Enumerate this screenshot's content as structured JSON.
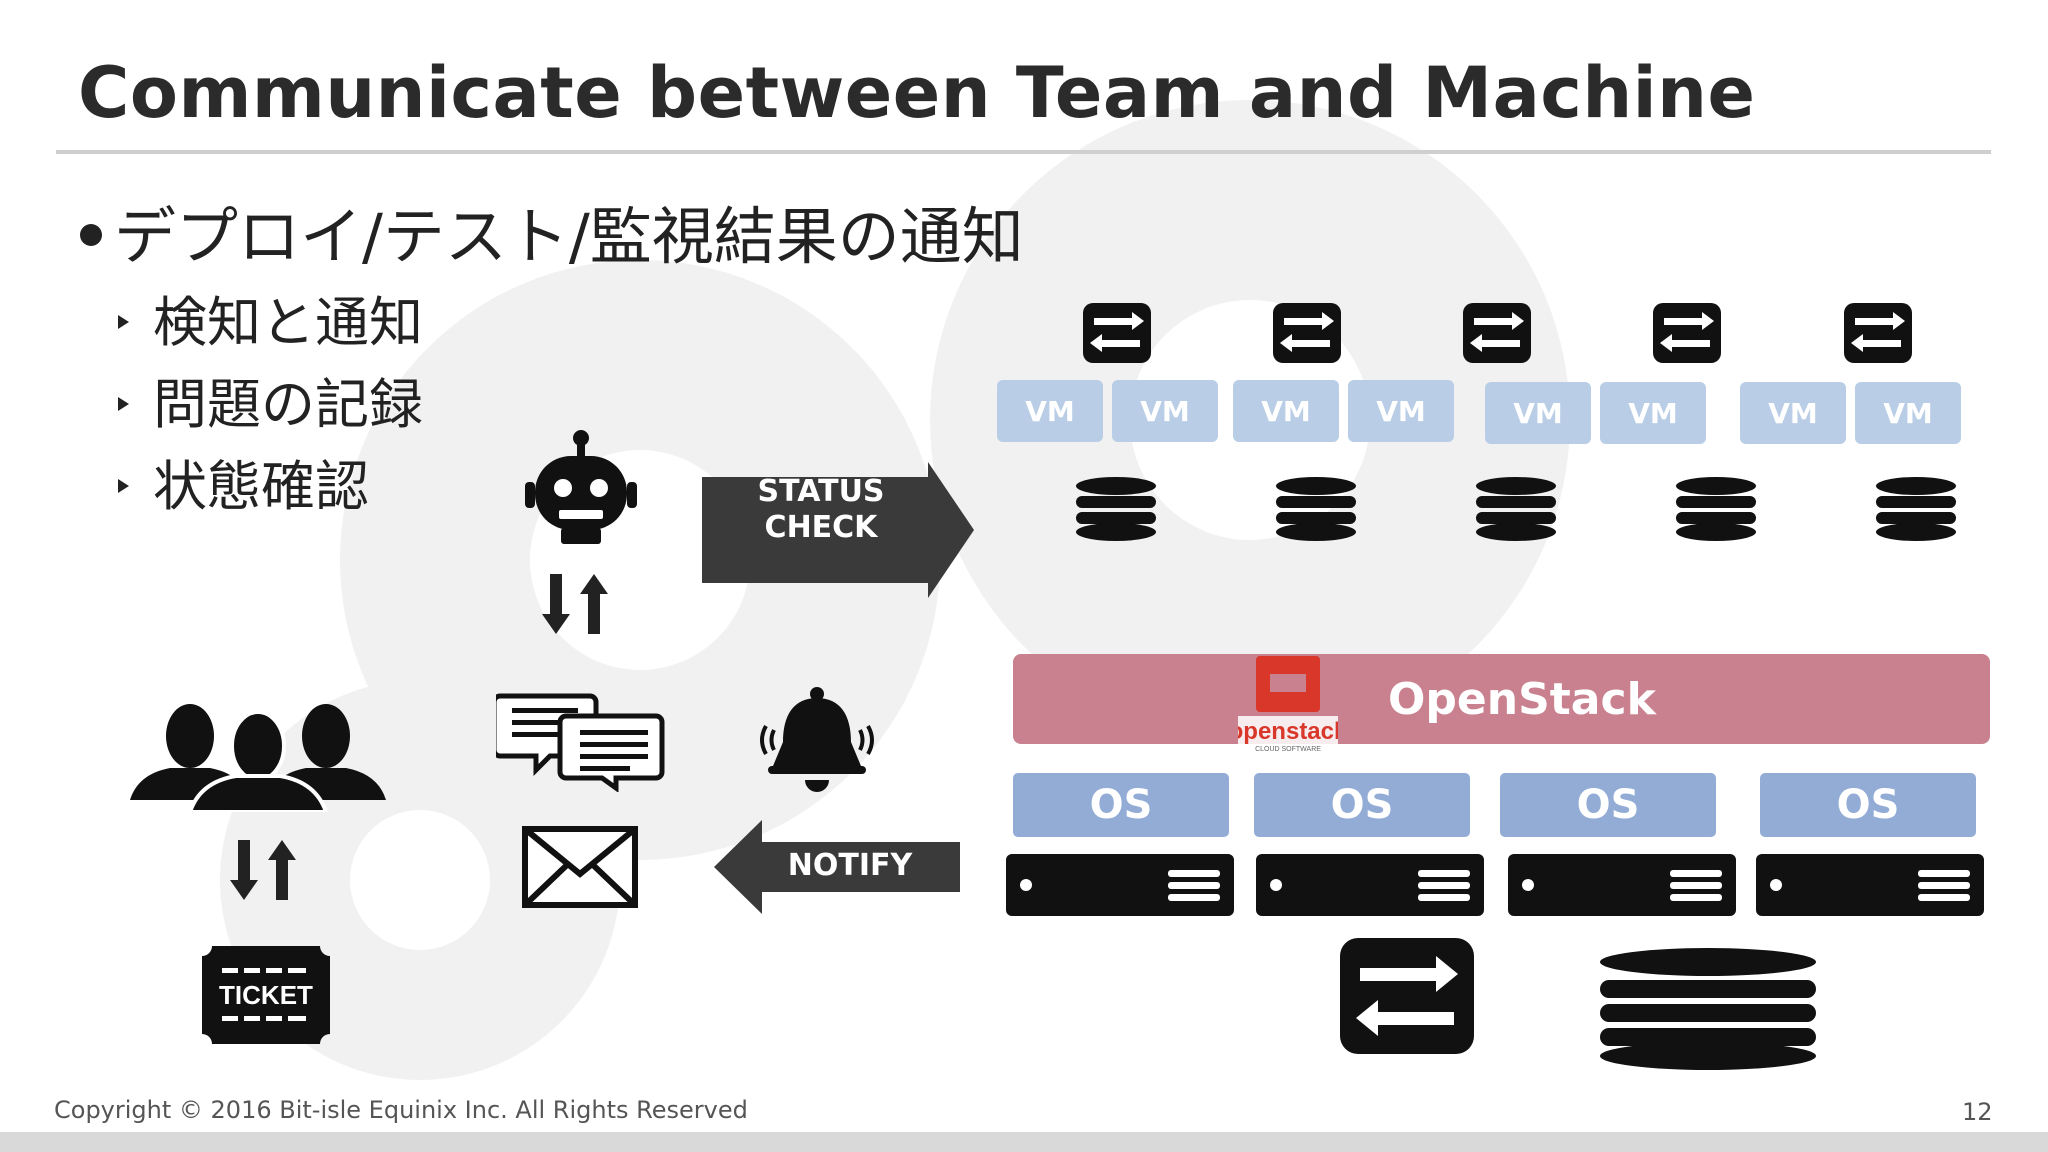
{
  "slide": {
    "title": "Communicate between Team and Machine",
    "bullet": "デプロイ/テスト/監視結果の通知",
    "sub_bullets": [
      "検知と通知",
      "問題の記録",
      "状態確認"
    ],
    "footer": "Copyright © 2016 Bit-isle Equinix Inc. All Rights Reserved",
    "page_number": "12"
  },
  "diagram": {
    "status_check_label_1": "STATUS",
    "status_check_label_2": "CHECK",
    "notify_label": "NOTIFY",
    "ticket_label": "TICKET",
    "vm_label": "VM",
    "openstack_label": "OpenStack",
    "openstack_logo_text": "openstack",
    "openstack_logo_sub": "CLOUD SOFTWARE",
    "os_label": "OS"
  },
  "colors": {
    "vm_fill": "#b9cde6",
    "os_fill": "#92acd6",
    "openstack_fill": "#c9818f",
    "arrow_fill": "#3a3a3a",
    "logo_red": "#d8372a"
  }
}
